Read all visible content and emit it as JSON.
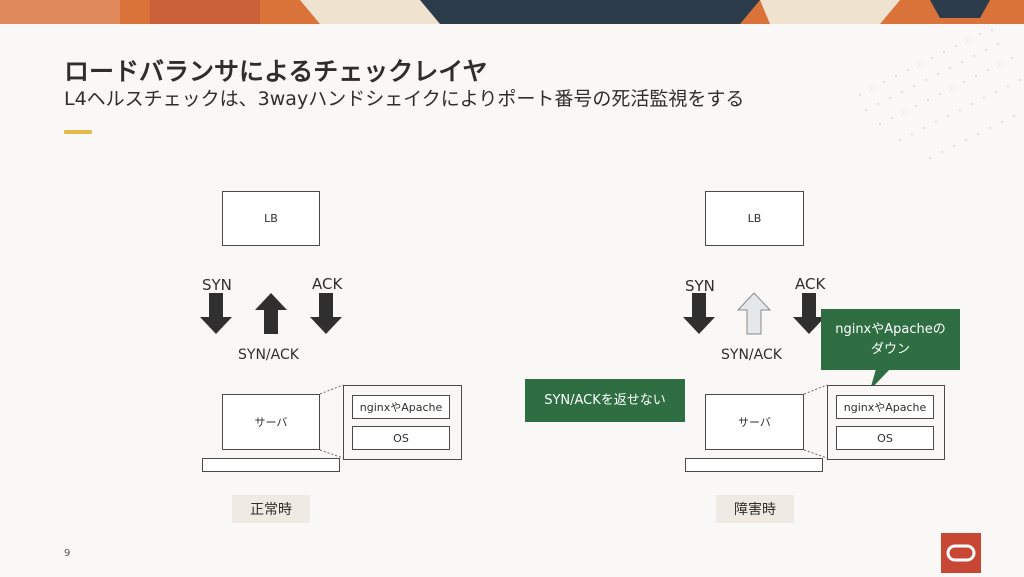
{
  "slide": {
    "title": "ロードバランサによるチェックレイヤ",
    "subtitle": "L4ヘルスチェックは、3wayハンドシェイクによりポート番号の死活監視をする",
    "page_number": "9"
  },
  "diagram": {
    "normal": {
      "lb_label": "LB",
      "syn_label": "SYN",
      "ack_label": "ACK",
      "synack_label": "SYN/ACK",
      "server_label": "サーバ",
      "web_label": "nginxやApache",
      "os_label": "OS",
      "caption": "正常時"
    },
    "failure": {
      "lb_label": "LB",
      "syn_label": "SYN",
      "ack_label": "ACK",
      "synack_label": "SYN/ACK",
      "server_label": "サーバ",
      "web_label": "nginxやApache",
      "os_label": "OS",
      "caption": "障害時",
      "callout_synack": "SYN/ACKを返せない",
      "callout_down_line1": "nginxやApacheの",
      "callout_down_line2": "ダウン"
    }
  },
  "colors": {
    "accent": "#e8b84a",
    "callout_green": "#2f6e43",
    "oracle_red": "#c74634",
    "arrow_dark": "#2f2f2f",
    "arrow_light": "#e4e8ea"
  }
}
